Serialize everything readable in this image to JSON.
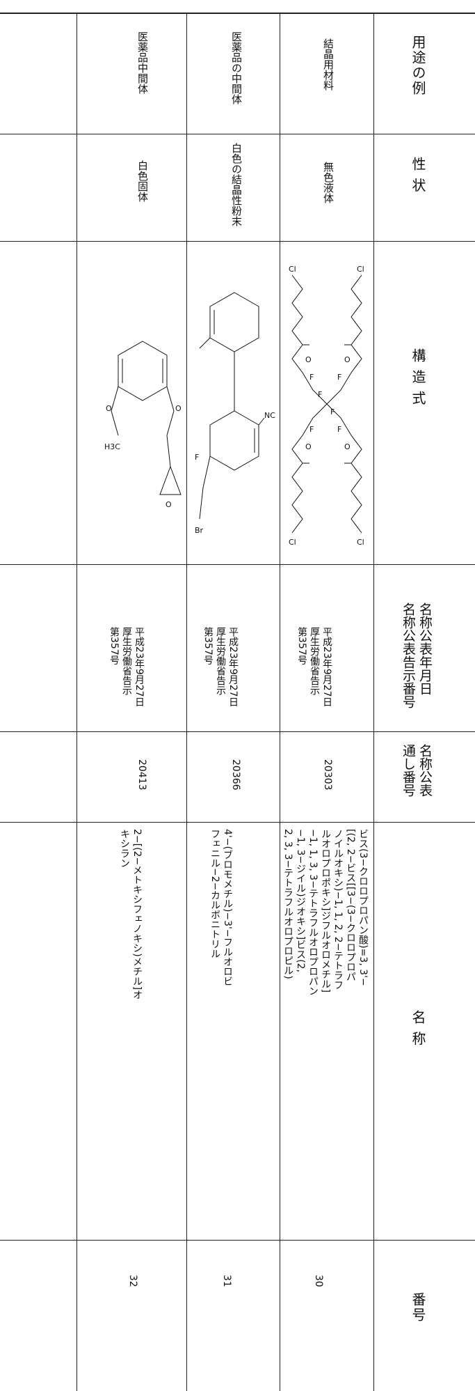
{
  "headers": {
    "number": "番号",
    "name": "名 称",
    "serial": "名称公表\n通し番号",
    "date": "名称公表年月日\n名称公表告示番号",
    "structure": "構 造 式",
    "property": "性 状",
    "usage": "用途の例"
  },
  "rows": [
    {
      "number": "30",
      "name": "ビス(3−クロロプロパン酸)=3, 3'−\n[(2, 2−ビス[[3−(3−クロロプロパ\nノイルオキシ)−1, 1, 2, 2−テトラフ\nルオロプロポキシ]ジフルオロメチル]\n−1, 1, 3, 3−テトラフルオロプロパン\n−1, 3−ジイル)ジオキシ]ビス(2,\n2, 3, 3−テトラフルオロプロピル)",
      "serial": "20303",
      "date": "平成23年9月27日\n厚生労働省告示\n第357号",
      "structure_icon": "chemical-structure-30",
      "property": "無色液体",
      "usage": "結晶用材料"
    },
    {
      "number": "31",
      "name": "4'−(ブロモメチル)−3'−フルオロビ\nフェニル−2−カルボニトリル",
      "serial": "20366",
      "date": "平成23年9月27日\n厚生労働省告示\n第357号",
      "structure_icon": "chemical-structure-31",
      "property": "白色の結晶性粉末",
      "usage": "医薬品の中間体"
    },
    {
      "number": "32",
      "name": "2−[(2−メトキシフェノキシ)メチル]オ\nキシラン",
      "serial": "20413",
      "date": "平成23年9月27日\n厚生労働省告示\n第357号",
      "structure_icon": "chemical-structure-32",
      "property": "白色固体",
      "usage": "医薬品中間体"
    }
  ],
  "structure_labels": {
    "cl": "Cl",
    "f": "F",
    "o": "O",
    "br": "Br",
    "nc": "NC",
    "h3c": "H3C"
  }
}
